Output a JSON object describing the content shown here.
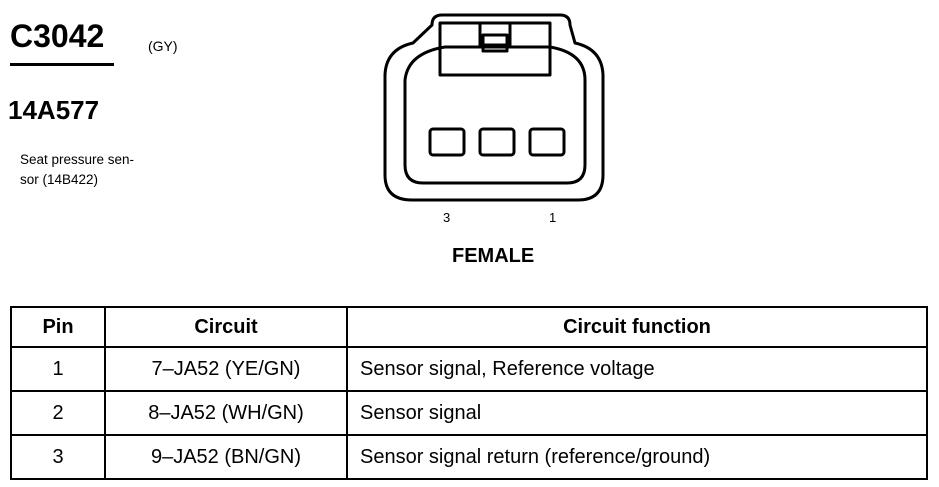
{
  "connector": {
    "id": "C3042",
    "color_code": "(GY)",
    "part_number": "14A577",
    "description_line1": "Seat pressure sen-",
    "description_line2": "sor (14B422)"
  },
  "diagram": {
    "pin_label_left": "3",
    "pin_label_right": "1",
    "gender": "FEMALE"
  },
  "table": {
    "headers": [
      "Pin",
      "Circuit",
      "Circuit function"
    ],
    "rows": [
      {
        "pin": "1",
        "circuit": "7–JA52 (YE/GN)",
        "function": "Sensor signal, Reference voltage"
      },
      {
        "pin": "2",
        "circuit": "8–JA52 (WH/GN)",
        "function": "Sensor signal"
      },
      {
        "pin": "3",
        "circuit": "9–JA52 (BN/GN)",
        "function": "Sensor signal return (reference/ground)"
      }
    ]
  }
}
